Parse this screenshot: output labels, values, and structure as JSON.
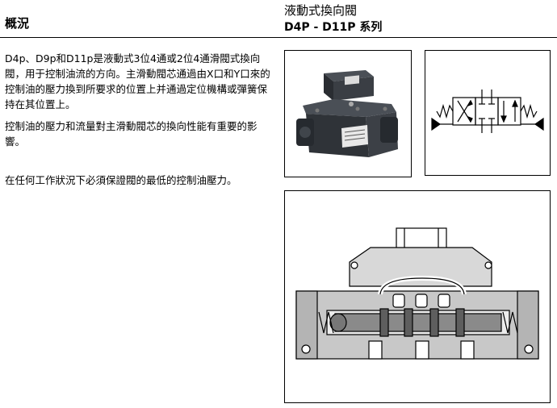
{
  "header": {
    "section_title": "概況",
    "product_title": "液動式換向閥",
    "product_series": "D4P - D11P 系列"
  },
  "body": {
    "paragraph_1": "D4p、D9p和D11p是液動式3位4通或2位4通滑閥式換向閥，用于控制油流的方向。主滑動閥芯通過由X口和Y口來的控制油的壓力換到所要求的位置上并通過定位機構或彈簧保持在其位置上。",
    "paragraph_2": "控制油的壓力和流量對主滑動閥芯的換向性能有重要的影響。",
    "paragraph_3": "在任何工作狀況下必須保證閥的最低的控制油壓力。"
  },
  "colors": {
    "ink": "#000000",
    "valve_body": "#33373d",
    "section_fill": "#c8c8c8",
    "spool_fill": "#8a8a8a"
  }
}
